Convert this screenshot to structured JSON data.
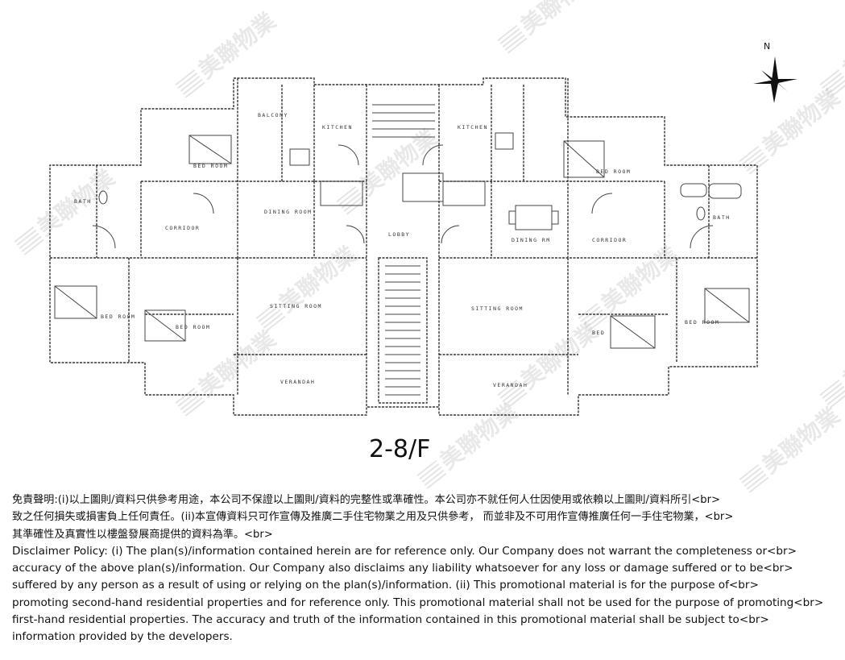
{
  "floor_label": "2-8/F",
  "compass": {
    "north_label": "N"
  },
  "rooms": {
    "balcony": "BALCONY",
    "kitchen_left": "KITCHEN",
    "kitchen_right": "KITCHEN",
    "bed_room_1": "BED ROOM",
    "bed_room_2": "BED ROOM",
    "bath_left": "BATH",
    "bath_right": "BATH",
    "dining_left": "DINING ROOM",
    "dining_right": "DINING RM",
    "corridor_left": "CORRIDOR",
    "corridor_right": "CORRIDOR",
    "lobby": "LOBBY",
    "sitting_left": "SITTING ROOM",
    "sitting_right": "SITTING ROOM",
    "bed_room_3": "BED ROOM",
    "bed_room_4": "BED ROOM",
    "bed_room_5": "BED",
    "bed_room_6": "BED ROOM",
    "verandah_left": "VERANDAH",
    "verandah_right": "VERANDAH"
  },
  "watermark": "美聯物業",
  "disclaimer_lines": [
    "免責聲明:(i)以上圖則/資料只供參考用途，本公司不保證以上圖則/資料的完整性或準確性。本公司亦不就任何人仕因使用或依賴以上圖則/資料所引<br>",
    "致之任何損失或損害負上任何責任。(ii)本宣傳資料只可作宣傳及推廣二手住宅物業之用及只供參考， 而並非及不可用作宣傳推廣任何一手住宅物業，<br>",
    "其準確性及真實性以樓盤發展商提供的資料為準。<br>",
    "Disclaimer Policy: (i) The plan(s)/information contained herein are for reference only. Our Company does not warrant the completeness or<br>",
    "accuracy of the above plan(s)/information. Our Company also disclaims any liability whatsoever for any loss or damage suffered or to be<br>",
    "suffered by any person as a result of using or relying on the plan(s)/information. (ii) This promotional material is for the purpose of<br>",
    "promoting second-hand residential properties and for reference only. This promotional material shall not be used for the purpose of promoting<br>",
    "first-hand residential properties. The accuracy and truth of the information contained in this promotional material shall be subject to<br>",
    "information provided by the developers."
  ]
}
